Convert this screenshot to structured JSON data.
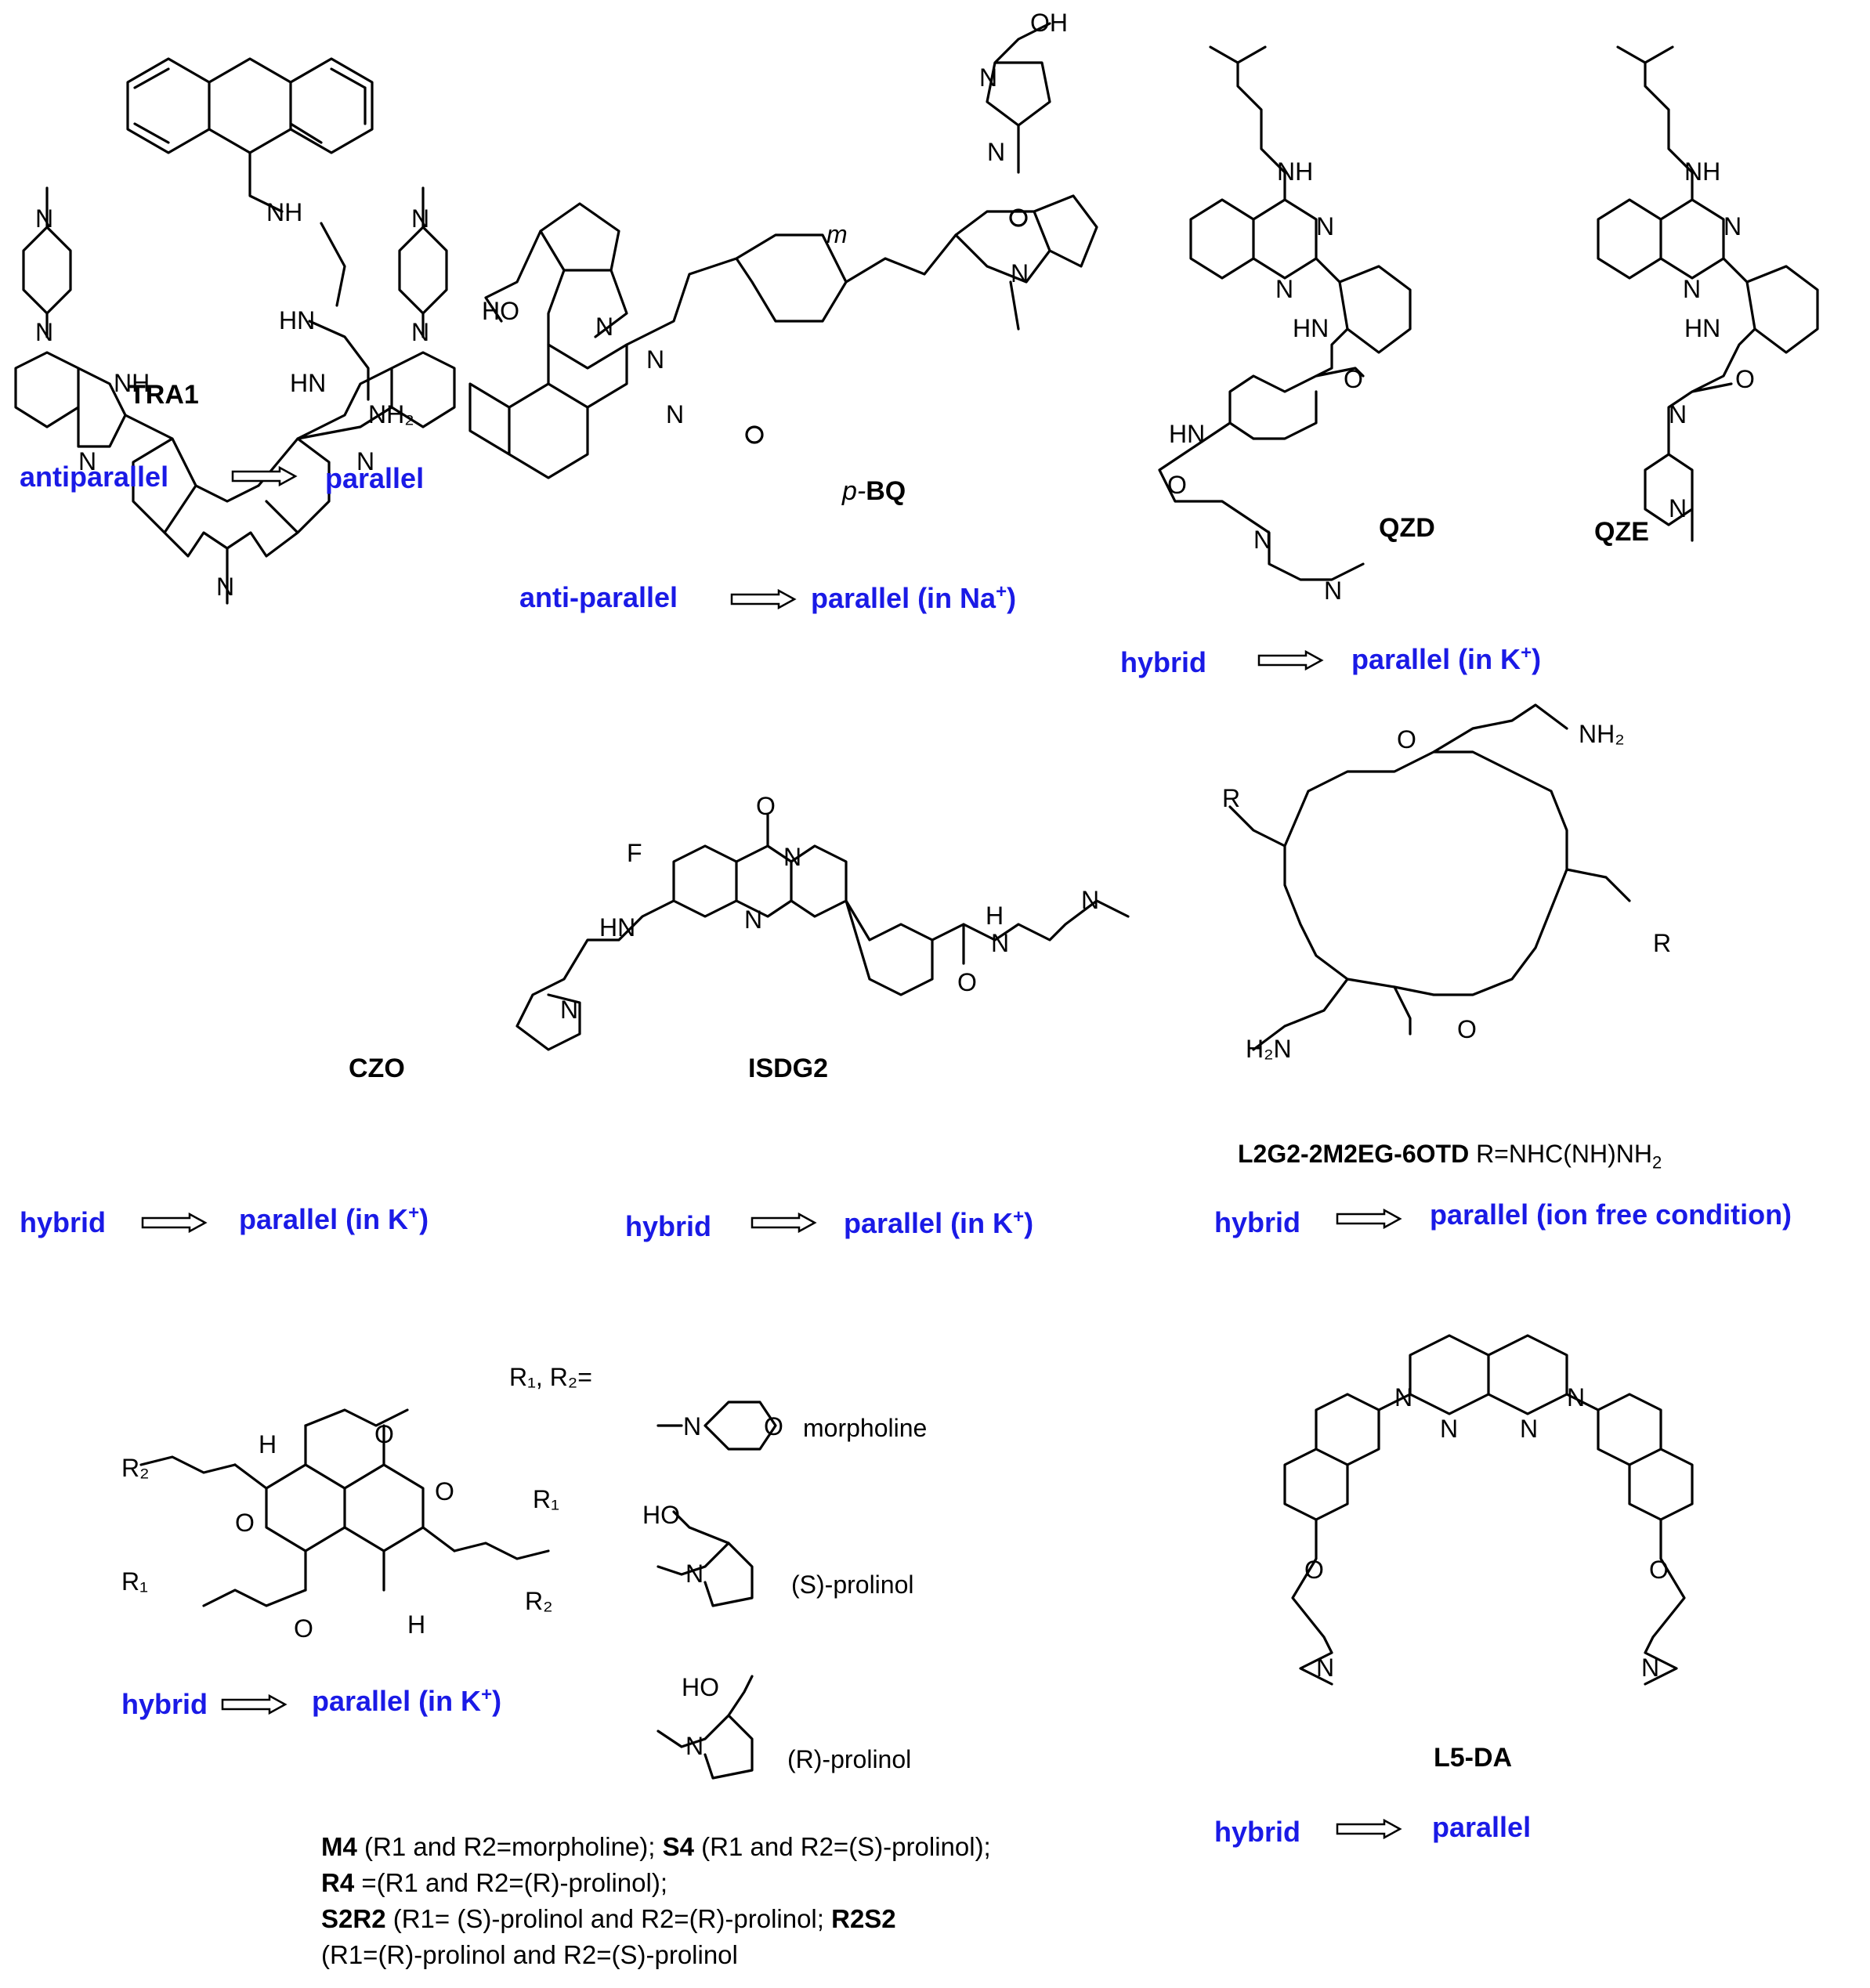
{
  "compounds": {
    "tra1": {
      "name": "TRA1",
      "from": "antiparallel",
      "to": "parallel"
    },
    "pbq": {
      "name_prefix": "p-",
      "name": "BQ",
      "from": "anti-parallel",
      "to": "parallel (in Na",
      "to_sup": "+",
      "to_end": ")"
    },
    "qzd": {
      "name": "QZD"
    },
    "qze": {
      "name": "QZE",
      "from": "hybrid",
      "to": "parallel (in K",
      "to_sup": "+",
      "to_end": ")"
    },
    "czo": {
      "name": "CZO",
      "from": "hybrid",
      "to": "parallel (in K",
      "to_sup": "+",
      "to_end": ")"
    },
    "isdg2": {
      "name": "ISDG2",
      "from": "hybrid",
      "to": "parallel (in K",
      "to_sup": "+",
      "to_end": ")"
    },
    "otd": {
      "name": "L2G2-2M2EG-6OTD",
      "r_def": "R=NHC(NH)NH",
      "r_sub": "2",
      "from": "hybrid",
      "to": "parallel (ion free condition)"
    },
    "ndi": {
      "from": "hybrid",
      "to": "parallel (in K",
      "to_sup": "+",
      "to_end": ")"
    },
    "l5da": {
      "name": "L5-DA",
      "from": "hybrid",
      "to": "parallel"
    }
  },
  "substituents": {
    "header": "R₁, R₂=",
    "morpholine": "morpholine",
    "s_prolinol": "(S)-prolinol",
    "r_prolinol": "(R)-prolinol"
  },
  "atoms": {
    "NH": "NH",
    "HN": "HN",
    "N": "N",
    "O": "O",
    "H": "H",
    "F": "F",
    "OH": "OH",
    "HO": "HO",
    "NH2": "NH₂",
    "H2N": "H₂N",
    "R": "R",
    "R1": "R₁",
    "R2": "R₂",
    "m": "m",
    "plus": "+"
  },
  "note": {
    "m4_name": "M4",
    "m4_def": " (R1 and R2=morpholine); ",
    "s4_name": "S4",
    "s4_def": " (R1 and R2=(S)-prolinol); ",
    "r4_name": "R4",
    "r4_def": " =(R1 and R2=(R)-prolinol); ",
    "s2r2_name": "S2R2",
    "s2r2_def": " (R1= (S)-prolinol and R2=(R)-prolinol; ",
    "r2s2_name": "R2S2",
    "r2s2_def": " (R1=(R)-prolinol and R2=(S)-prolinol"
  },
  "colors": {
    "label": "#1a1ae6",
    "ink": "#000000"
  }
}
